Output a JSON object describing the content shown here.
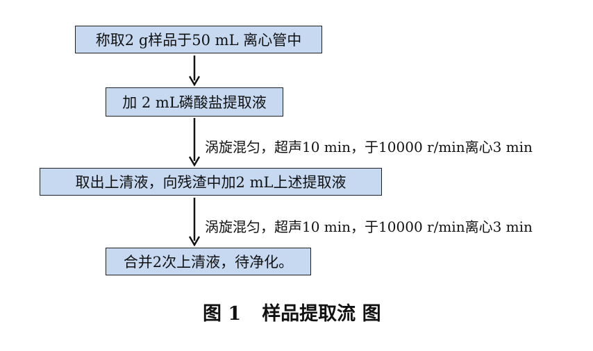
{
  "steps": [
    "称取2 g样品于50 mL 离心管中",
    "加 2 mL磷酸盐提取液",
    "取出上清液，向残渣中加2 mL上述提取液",
    "合并2次上清液，待净化。"
  ],
  "notes": [
    "涡旋混匀，超声10 min，于10000 r/min离心3 min",
    "涡旋混匀，超声10 min，于10000 r/min离心3 min"
  ],
  "caption": {
    "number": "图 1",
    "title": "样品提取流 图"
  },
  "colors": {
    "box_fill": "#c6d9f1",
    "box_border": "#1f1f1f",
    "arrow": "#111111"
  }
}
